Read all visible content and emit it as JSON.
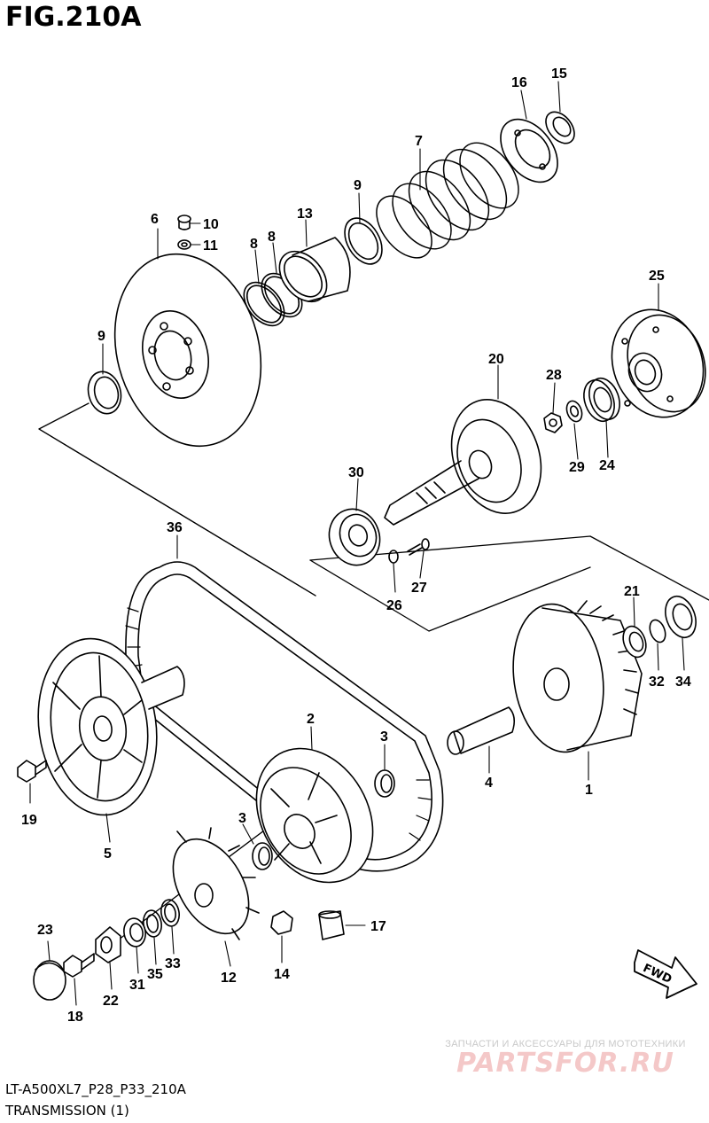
{
  "figure": {
    "title": "FIG.210A"
  },
  "callouts": {
    "c1": "1",
    "c2": "2",
    "c3a": "3",
    "c3b": "3",
    "c4": "4",
    "c5": "5",
    "c6": "6",
    "c7": "7",
    "c8a": "8",
    "c8b": "8",
    "c9a": "9",
    "c9b": "9",
    "c10": "10",
    "c11": "11",
    "c12": "12",
    "c13": "13",
    "c14": "14",
    "c15": "15",
    "c16": "16",
    "c17": "17",
    "c18": "18",
    "c19": "19",
    "c20": "20",
    "c21": "21",
    "c22": "22",
    "c23": "23",
    "c24": "24",
    "c25": "25",
    "c26": "26",
    "c27": "27",
    "c28": "28",
    "c29": "29",
    "c30": "30",
    "c31": "31",
    "c32": "32",
    "c33": "33",
    "c34": "34",
    "c35": "35",
    "c36": "36"
  },
  "fwd_badge": {
    "label": "FWD"
  },
  "watermark": {
    "subtitle": "ЗАПЧАСТИ И АКСЕССУАРЫ ДЛЯ МОТОТЕХНИКИ",
    "brand": "PARTSFOR.RU"
  },
  "footer": {
    "code": "LT-A500XL7_P28_P33_210A",
    "name": "TRANSMISSION (1)"
  }
}
